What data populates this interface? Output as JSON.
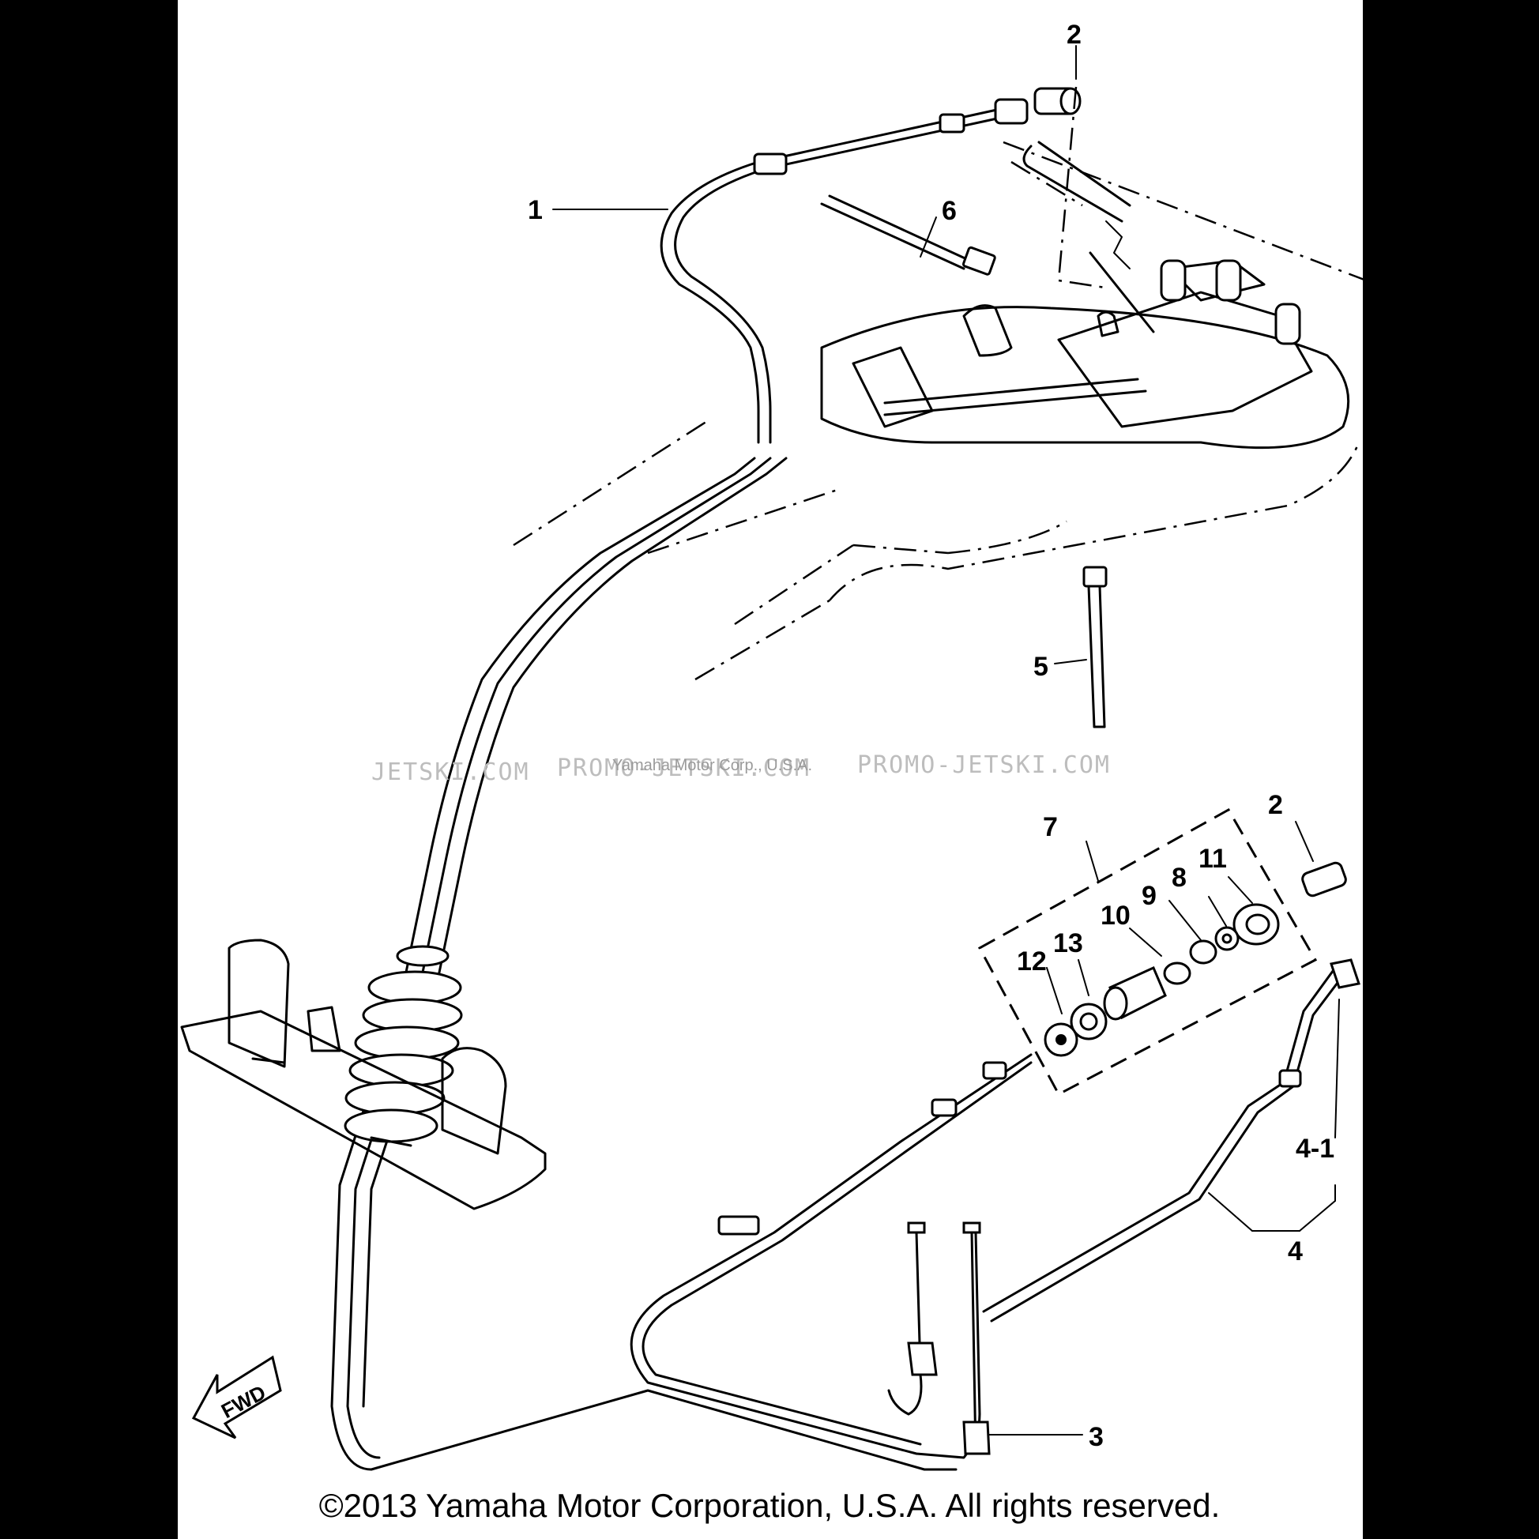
{
  "callouts": {
    "c1": "1",
    "c2_top": "2",
    "c2_right": "2",
    "c3": "3",
    "c4": "4",
    "c4_1": "4-1",
    "c5": "5",
    "c6": "6",
    "c7": "7",
    "c8": "8",
    "c9": "9",
    "c10": "10",
    "c11": "11",
    "c12": "12",
    "c13": "13"
  },
  "direction_marker": "FWD",
  "watermark": {
    "left": "JETSKI.COM",
    "center": "PROMO-JETSKI.COM",
    "right": "PROMO-JETSKI.COM",
    "overlay": "Yamaha Motor Corp., U.S.A."
  },
  "copyright": "©2013 Yamaha Motor Corporation, U.S.A. All rights reserved."
}
